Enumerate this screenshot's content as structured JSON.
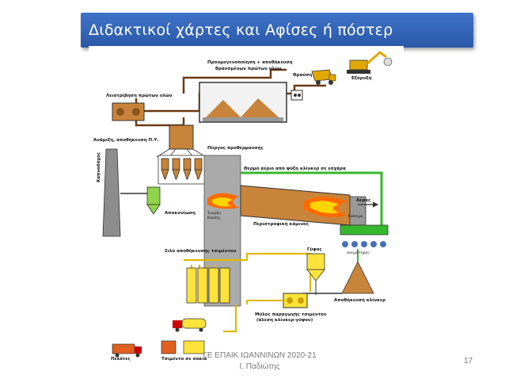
{
  "slide": {
    "title": "Διδακτικοί χάρτες και Αφίσες ή πόστερ",
    "footer_line1": "ΓΕ ΕΠΑΙΚ ΙΩΑΝΝΙΝΩΝ 2020-21",
    "footer_line2": "Ι. Παδιώτης",
    "page_number": "17"
  },
  "diagram": {
    "labels": {
      "prehomogenization": "Προομογενοποίηση + αποθήκευση",
      "prehomogenization2": "θραυσμένων πρώτων υλών",
      "crushing": "Θραύση",
      "quarrying": "Εξόρυξη",
      "raw_grinding": "Λειοτρίβηση πρώτων υλών",
      "blending": "Ανάμιξη, αποθήκευση Π.Υ.",
      "preheater": "Πύργος προθέρμανσης",
      "chimney": "Καπνοδόχος",
      "dedusting": "Αποκονίωση",
      "hot_air": "Θερμό αέριο από ψύξη κλίνκερ σε εσχάρα",
      "air": "Αέρας",
      "fuel": "Καύσιμο",
      "kiln": "Περιστροφική κάμινος",
      "ignition": "Έναρξη",
      "ignition2": "Καύσης",
      "cement_silos": "Σιλό αποθήκευσης τσιμέντου",
      "gypsum": "Γύψος",
      "coolers": "ανεμιστήρες",
      "clinker_storage": "Αποθήκευση κλίνκερ",
      "cement_mill": "Μύλος παραγωγής τσιμέντου",
      "cement_mill2": "(άλεση κλίνκερ-γύψου)",
      "customers": "Πελάτες",
      "bags": "Τσιμέντο σε σακιά"
    }
  }
}
